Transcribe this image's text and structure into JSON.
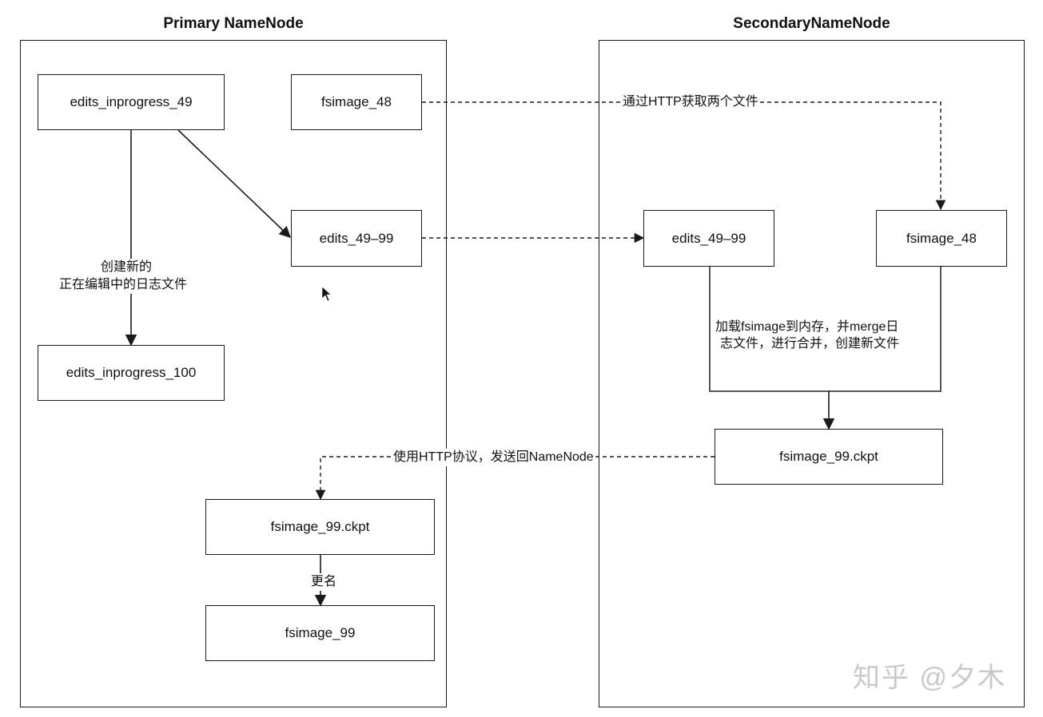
{
  "panels": {
    "primary_title": "Primary NameNode",
    "secondary_title": "SecondaryNameNode"
  },
  "primary": {
    "edits_inprogress_49": "edits_inprogress_49",
    "fsimage_48": "fsimage_48",
    "edits_49_99": "edits_49–99",
    "edits_inprogress_100": "edits_inprogress_100",
    "fsimage_99_ckpt": "fsimage_99.ckpt",
    "fsimage_99": "fsimage_99"
  },
  "secondary": {
    "edits_49_99": "edits_49–99",
    "fsimage_48": "fsimage_48",
    "fsimage_99_ckpt": "fsimage_99.ckpt"
  },
  "labels": {
    "create_new_line1": "创建新的",
    "create_new_line2": "正在编辑中的日志文件",
    "http_fetch": "通过HTTP获取两个文件",
    "merge_line1": "加载fsimage到内存，并merge日",
    "merge_line2": "志文件，进行合并，创建新文件",
    "http_send": "使用HTTP协议，发送回NameNode",
    "rename": "更名"
  },
  "watermark": "知乎 @夕木",
  "colors": {
    "stroke": "#1a1a1a",
    "background": "#ffffff",
    "watermark": "#c9c9c9"
  }
}
